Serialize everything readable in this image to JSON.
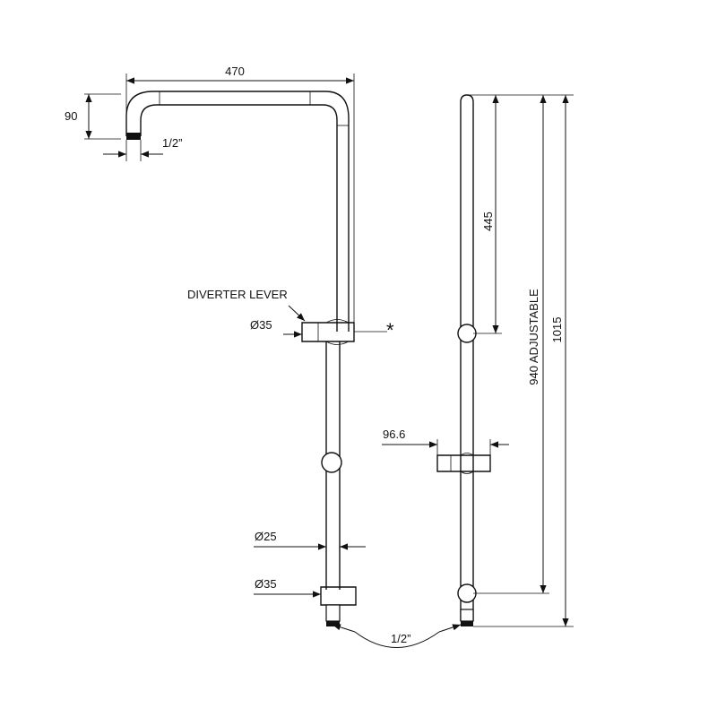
{
  "dimensions": {
    "arm_width": "470",
    "arm_drop": "90",
    "arm_thread": "1/2”",
    "diverter_label": "DIVERTER LEVER",
    "diverter_diameter": "Ø35",
    "asterisk": "*",
    "rail_diameter": "Ø25",
    "bottom_diameter": "Ø35",
    "inlet_spacing": "1/2”",
    "upper_segment": "445",
    "adjustable_height": "940 ADJUSTABLE",
    "total_height": "1015",
    "slider_width": "96.6"
  }
}
